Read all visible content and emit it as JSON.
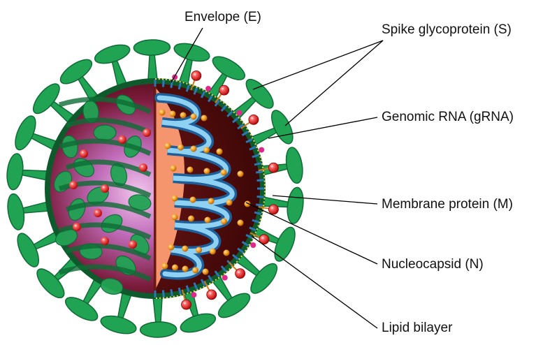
{
  "labels": {
    "envelope": "Envelope (E)",
    "spike": "Spike glycoprotein (S)",
    "grna": "Genomic RNA (gRNA)",
    "membrane": "Membrane protein (M)",
    "nucleocapsid": "Nucleocapsid (N)",
    "lipid": "Lipid bilayer"
  },
  "colors": {
    "spike_dark": "#0e6b35",
    "spike_light": "#21a354",
    "membrane_protein": "#e01818",
    "envelope_protein": "#e0288a",
    "interior_dark": "#5a0d0d",
    "interior_glow": "#d98fcf",
    "cut_face": "#f5956d",
    "rna_outer": "#1e5f9a",
    "rna_inner": "#8fd1f2",
    "nucleocapsid": "#f29a20",
    "leader_line": "#000000"
  },
  "icons": [
    "coronavirus-virion-illustration"
  ]
}
